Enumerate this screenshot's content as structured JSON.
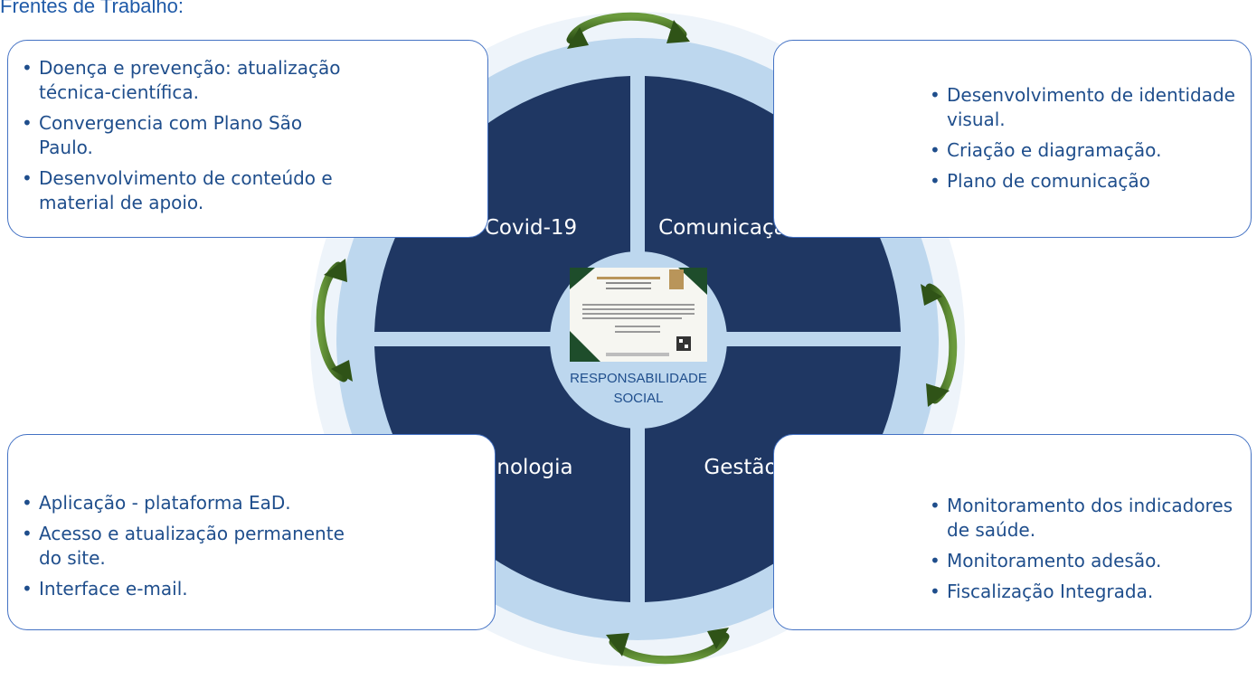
{
  "title": "Frentes de Trabalho:",
  "center": {
    "line1": "RESPONSABILIDADE",
    "line2": "SOCIAL"
  },
  "quadrants": {
    "top_left": "Covid-19",
    "top_right": "Comunicação",
    "bottom_left": "Tecnologia",
    "bottom_right": "Gestão"
  },
  "boxes": {
    "top_left": [
      "Doença e prevenção: atualização técnica-científica.",
      "Convergencia com Plano São Paulo.",
      "Desenvolvimento de conteúdo e material de apoio."
    ],
    "top_right": [
      "Desenvolvimento de identidade visual.",
      "Criação e diagramação.",
      "Plano de comunicação"
    ],
    "bottom_left": [
      "Aplicação - plataforma EaD.",
      "Acesso e atualização permanente do site.",
      "Interface e-mail."
    ],
    "bottom_right": [
      "Monitoramento dos indicadores de saúde.",
      "Monitoramento adesão.",
      "Fiscalização Integrada."
    ]
  },
  "colors": {
    "quadrant": "#1f3763",
    "ring": "#bdd7ee",
    "ring_outer": "#deebf7",
    "text": "#1f4e8c",
    "arrow": "#3e6b1e",
    "border": "#4472c4"
  },
  "icons": [
    "curved-arrow-icon",
    "certificate-image"
  ]
}
